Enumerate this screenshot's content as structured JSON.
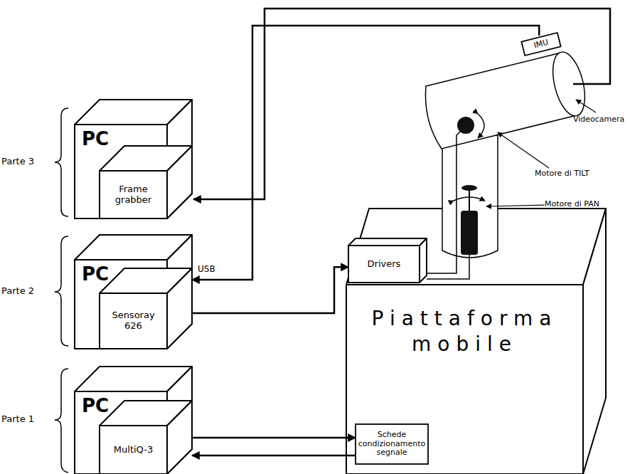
{
  "diagram": {
    "nodes": [
      {
        "text": [
          "PC"
        ]
      },
      {
        "text": [
          "Frame grabber"
        ],
        "in": 0
      },
      {
        "text": [
          "PC"
        ]
      },
      {
        "text": [
          "Sensoray 626"
        ],
        "in": 2
      },
      {
        "text": [
          "PC"
        ]
      },
      {
        "text": [
          "MultiQ-3"
        ],
        "in": 4
      },
      {
        "text": [
          "Piattaforma mobile"
        ]
      },
      {
        "text": [
          "Schede condizionamento segnale"
        ],
        "in": 6
      },
      {
        "text": [
          "Drivers"
        ]
      },
      {
        "text": [
          "IMU"
        ]
      }
    ],
    "edges": [
      {
        "from": 9,
        "to": 2,
        "arrow": "to",
        "label": "USB"
      },
      {
        "from": 3,
        "to": 8,
        "arrow": "to"
      },
      {
        "from": 5,
        "to": 7,
        "arrow": "to"
      },
      {
        "from": 7,
        "to": 5,
        "arrow": "to"
      }
    ],
    "labels": [
      "Parte 3",
      "Parte 2",
      "Parte 1",
      "Videocamera",
      "Motore di TILT",
      "Motore di PAN"
    ]
  }
}
